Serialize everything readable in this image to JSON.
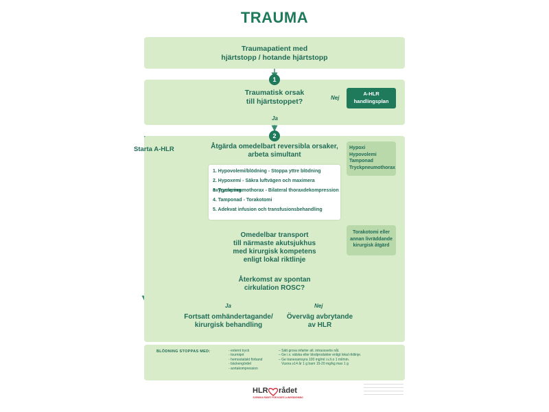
{
  "title": "TRAUMA",
  "box_top": {
    "line1": "Traumapatient med",
    "line2": "hjärtstopp / hotande hjärtstopp"
  },
  "step1": {
    "number": "1",
    "question_line1": "Traumatisk orsak",
    "question_line2": "till hjärtstoppet?",
    "no_label": "Nej",
    "yes_label": "Ja",
    "ahlr_line1": "A-HLR",
    "ahlr_line2": "handlingsplan"
  },
  "step2": {
    "number": "2",
    "start_label": "Starta A-HLR",
    "heading_line1": "Åtgärda omedelbart reversibla orsaker,",
    "heading_line2": "arbeta simultant",
    "causes": [
      "Hypoxi",
      "Hypovolemi",
      "Tamponad",
      "Tryckpneumothorax"
    ],
    "actions": [
      "1.  Hypovolemi/blödning - Stoppa yttre blödning",
      "2.  Hypoxemi - Säkra luftvägen och maximera oxygenering",
      "3.  Tryckpneumothorax - Bilateral thoraxdekompression",
      "4.  Tamponad - Torakotomi",
      "5.  Adekvat infusion och transfusionsbehandling"
    ],
    "torakotomi": [
      "Torakotomi eller",
      "annan livräddande",
      "kirurgisk åtgärd"
    ],
    "transport": [
      "Omedelbar transport",
      "till närmaste akutsjukhus",
      "med kirurgisk kompetens",
      "enligt lokal riktlinje"
    ],
    "rosc": [
      "Återkomst av spontan",
      "cirkulation ROSC?"
    ],
    "yes_label": "Ja",
    "no_label": "Nej",
    "yes_outcome": [
      "Fortsatt omhändertagande/",
      "kirurgisk behandling"
    ],
    "no_outcome": [
      "Överväg avbrytande",
      "av HLR"
    ]
  },
  "footer": {
    "label": "BLÖDNING STOPPAS MED:",
    "methods": [
      "- externt tryck",
      "- tourniqet",
      "- hemostatiskt förband",
      "- bäckengördel",
      "- aortakompression"
    ],
    "notes": [
      "– Sätt grova infarter alt. intraosseös nål.",
      "– Ge i.v. vätska eller blodprodukter enligt lokal riktlinje.",
      "– Ge tranexamsyra 100 mg/ml i.v./i.o 1 ml/min.",
      "   Vuxna ≥14 år 1 g barn 15-20 mg/kg max 1 g"
    ]
  },
  "logo": {
    "name_left": "HLR",
    "name_right": "rådet",
    "tagline": "SVENSKA RÅDET FÖR HJÄRT-LUNGRÄDDNING"
  },
  "colors": {
    "dark_green": "#1f7a5c",
    "light_panel": "#d9ecca",
    "side_box": "#b9d9ab",
    "logo_red": "#d22d3a"
  }
}
